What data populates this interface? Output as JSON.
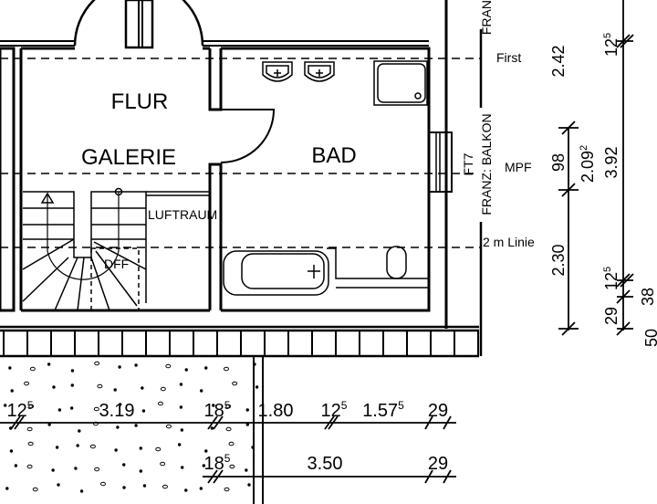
{
  "rooms": {
    "flur": "FLUR",
    "galerie": "GALERIE",
    "bad": "BAD",
    "luftraum": "LUFTRAUM",
    "dff": "DFF"
  },
  "levels": {
    "first": "First",
    "mpf": "MPF",
    "linie": "2 m Linie"
  },
  "window_labels": {
    "ft7": "FT7",
    "balkon": "FRANZ: BALKON",
    "top": "FRAN"
  },
  "vertical_dims": {
    "d242": "2.42",
    "d98": "98",
    "d230": "2.30",
    "d209": "2.09",
    "d209_sup": "2",
    "d392": "3.92",
    "d125a": "12",
    "d125a_sup": "5",
    "d125b": "12",
    "d125b_sup": "5",
    "d29": "29",
    "d38": "38",
    "d50": "50"
  },
  "bottom_dims_row1": [
    {
      "v": "12",
      "s": "5"
    },
    {
      "v": "3.19",
      "s": ""
    },
    {
      "v": "18",
      "s": "5"
    },
    {
      "v": "1.80",
      "s": ""
    },
    {
      "v": "12",
      "s": "5"
    },
    {
      "v": "1.57",
      "s": "5"
    },
    {
      "v": "29",
      "s": ""
    }
  ],
  "bottom_dims_row2": [
    {
      "v": "18",
      "s": "5"
    },
    {
      "v": "3.50",
      "s": ""
    },
    {
      "v": "29",
      "s": ""
    }
  ]
}
